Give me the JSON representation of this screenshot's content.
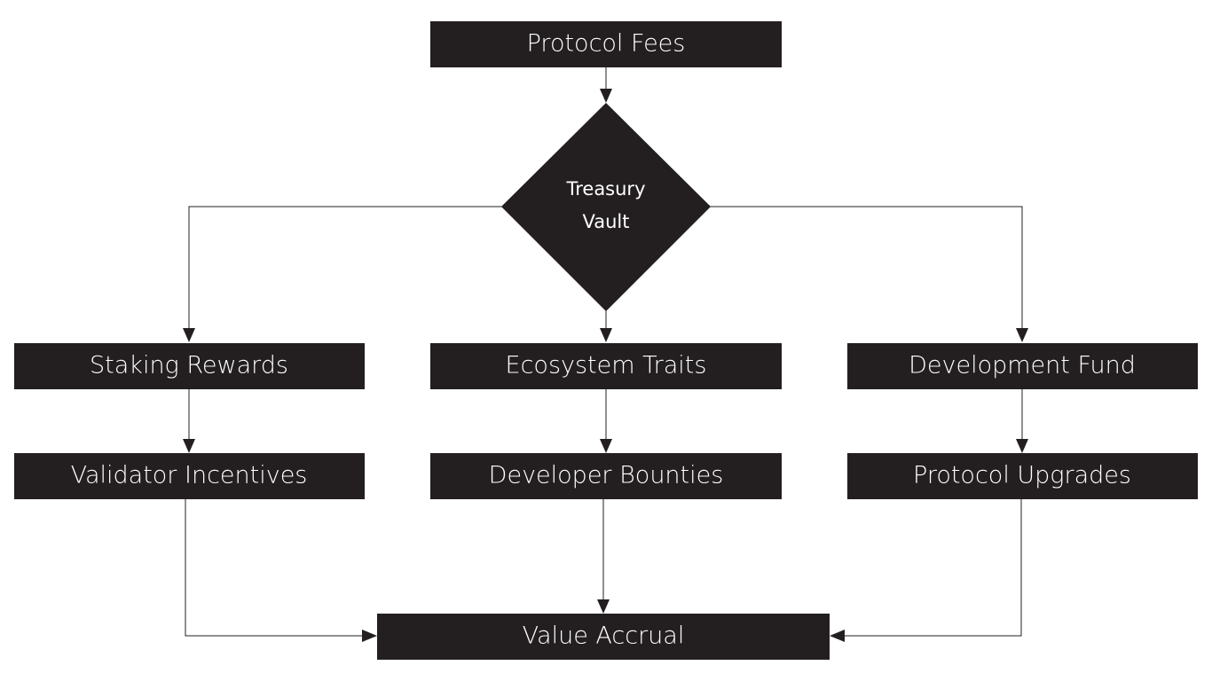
{
  "diagram": {
    "colors": {
      "node_fill": "#231f20",
      "node_text": "#ffffff",
      "edge": "#231f20",
      "background": "#ffffff"
    },
    "nodes": {
      "protocol_fees": "Protocol Fees",
      "treasury_vault_line1": "Treasury",
      "treasury_vault_line2": "Vault",
      "staking_rewards": "Staking Rewards",
      "ecosystem_traits": "Ecosystem Traits",
      "development_fund": "Development Fund",
      "validator_incentives": "Validator Incentives",
      "developer_bounties": "Developer Bounties",
      "protocol_upgrades": "Protocol Upgrades",
      "value_accrual": "Value Accrual"
    },
    "edges": [
      {
        "from": "Protocol Fees",
        "to": "Treasury Vault"
      },
      {
        "from": "Treasury Vault",
        "to": "Staking Rewards"
      },
      {
        "from": "Treasury Vault",
        "to": "Ecosystem Traits"
      },
      {
        "from": "Treasury Vault",
        "to": "Development Fund"
      },
      {
        "from": "Staking Rewards",
        "to": "Validator Incentives"
      },
      {
        "from": "Ecosystem Traits",
        "to": "Developer Bounties"
      },
      {
        "from": "Development Fund",
        "to": "Protocol Upgrades"
      },
      {
        "from": "Validator Incentives",
        "to": "Value Accrual"
      },
      {
        "from": "Developer Bounties",
        "to": "Value Accrual"
      },
      {
        "from": "Protocol Upgrades",
        "to": "Value Accrual"
      }
    ]
  }
}
